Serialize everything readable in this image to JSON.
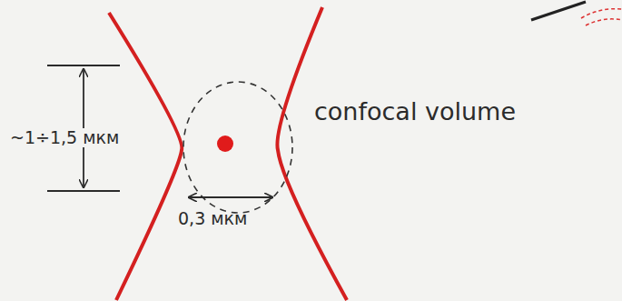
{
  "diagram": {
    "labels": [
      "~1÷1,5 мкм",
      "0,3 мкм",
      "confocal volume"
    ]
  }
}
